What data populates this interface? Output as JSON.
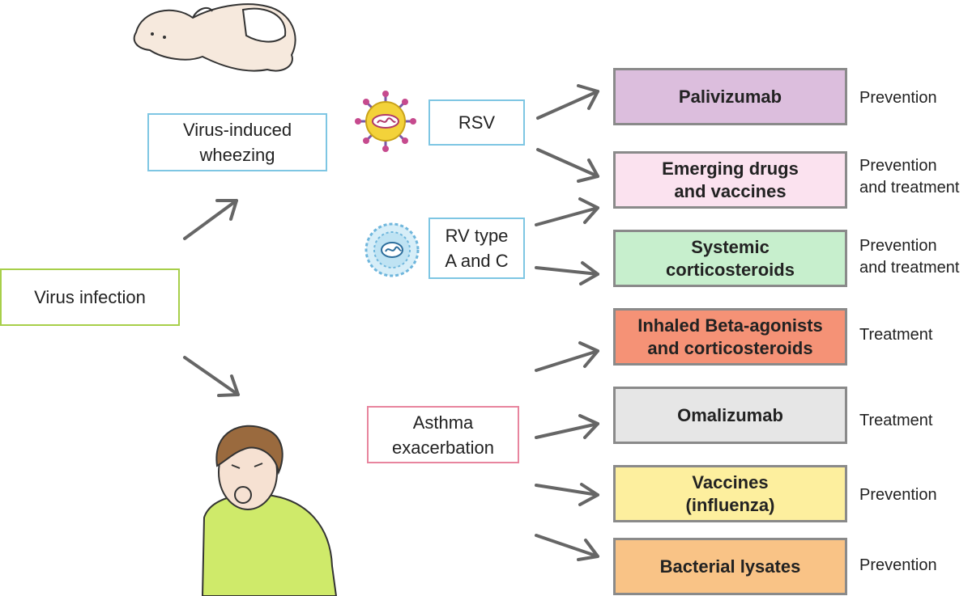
{
  "colors": {
    "virus_infection_border": "#a7cf4a",
    "wheezing_border": "#7ec6e3",
    "asthma_border": "#e8859e",
    "arrow": "#666666",
    "treatment_border": "#8a8a8a"
  },
  "illustrations": [
    "infant-lying-illustration",
    "rsv-virus-icon",
    "rv-virus-icon",
    "coughing-child-illustration"
  ],
  "nodes": {
    "virus_infection": "Virus infection",
    "wheezing": [
      "Virus-induced",
      "wheezing"
    ],
    "rsv": "RSV",
    "rv": [
      "RV type",
      "A and C"
    ],
    "asthma": [
      "Asthma",
      "exacerbation"
    ]
  },
  "treatments": [
    {
      "lines": [
        "Palivizumab"
      ],
      "fill": "#dcbedd",
      "use": [
        "Prevention"
      ]
    },
    {
      "lines": [
        "Emerging drugs",
        "and vaccines"
      ],
      "fill": "#fbe2ef",
      "use": [
        "Prevention",
        "and treatment"
      ]
    },
    {
      "lines": [
        "Systemic",
        "corticosteroids"
      ],
      "fill": "#c7efcd",
      "use": [
        "Prevention",
        "and treatment"
      ]
    },
    {
      "lines": [
        "Inhaled Beta-agonists",
        "and corticosteroids"
      ],
      "fill": "#f59276",
      "use": [
        "Treatment"
      ]
    },
    {
      "lines": [
        "Omalizumab"
      ],
      "fill": "#e6e6e6",
      "use": [
        "Treatment"
      ]
    },
    {
      "lines": [
        "Vaccines",
        "(influenza)"
      ],
      "fill": "#fdef9e",
      "use": [
        "Prevention"
      ]
    },
    {
      "lines": [
        "Bacterial lysates"
      ],
      "fill": "#f9c386",
      "use": [
        "Prevention"
      ]
    }
  ]
}
